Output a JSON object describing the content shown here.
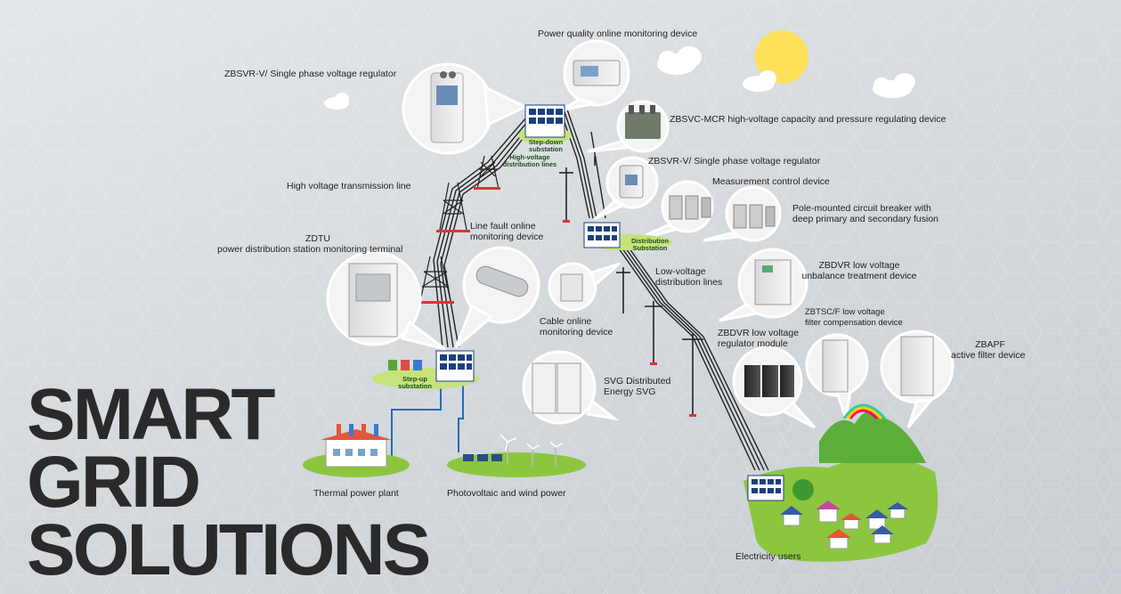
{
  "title": {
    "line1": "SMART",
    "line2": "GRID",
    "line3": "SOLUTIONS"
  },
  "labels": {
    "power_quality": "Power quality online monitoring device",
    "zbsvr_top": "ZBSVR-V/ Single phase voltage regulator",
    "zbsvc": "ZBSVC-MCR high-voltage capacity and pressure regulating device",
    "zbsvr_mid": "ZBSVR-V/ Single phase voltage regulator",
    "measurement": "Measurement control device",
    "breaker_1": "Pole-mounted circuit breaker with",
    "breaker_2": "deep primary and secondary fusion",
    "hv_line": "High voltage transmission line",
    "hv_dist_1": "High-voltage",
    "hv_dist_2": "distribution lines",
    "step_down_1": "Step-down",
    "step_down_2": "substation",
    "distribution_1": "Distribution",
    "distribution_2": "Substation",
    "line_fault_1": "Line fault online",
    "line_fault_2": "monitoring device",
    "zdtu_1": "ZDTU",
    "zdtu_2": "power distribution station monitoring terminal",
    "lv_1": "Low-voltage",
    "lv_2": "distribution lines",
    "zbdvr_u_1": "ZBDVR low voltage",
    "zbdvr_u_2": "unbalance treatment device",
    "cable_1": "Cable online",
    "cable_2": "monitoring device",
    "zbtsc_1": "ZBTSC/F low voltage",
    "zbtsc_2": "filter compensation device",
    "zbdvr_r_1": "ZBDVR low voltage",
    "zbdvr_r_2": "regulator module",
    "zbapf_1": "ZBAPF",
    "zbapf_2": "active filter device",
    "svg_1": "SVG Distributed",
    "svg_2": "Energy SVG",
    "step_up_1": "Step-up",
    "step_up_2": "substation",
    "thermal": "Thermal power plant",
    "pv_wind": "Photovoltaic and wind power",
    "users": "Electricity users"
  },
  "icons": [
    "sun-icon",
    "cloud-icon",
    "substation-icon",
    "transmission-tower-icon",
    "utility-pole-icon",
    "device-photo-icon",
    "factory-icon",
    "solar-panel-icon",
    "wind-turbine-icon",
    "house-icon",
    "tree-icon",
    "rainbow-icon",
    "recycle-icon"
  ],
  "colors": {
    "badge_green": "#c6e27a",
    "grass": "#8cc63f",
    "sky_sun": "#ffe15a",
    "line": "#222222",
    "roof_red": "#e2563a",
    "text": "#2a2a2a"
  }
}
